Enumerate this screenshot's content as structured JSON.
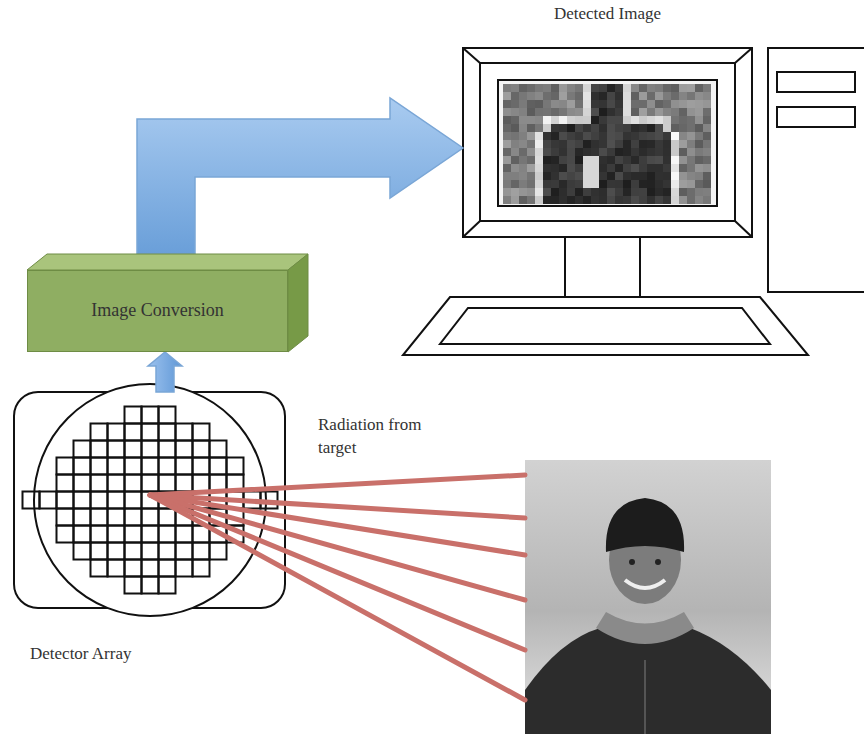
{
  "diagram": {
    "nodes": [
      {
        "text": [
          "Detected Image"
        ]
      },
      {
        "text": [
          "Image Conversion"
        ]
      },
      {
        "text": [
          "Detector Array"
        ]
      }
    ],
    "edges": [
      {
        "from": 2,
        "to": 1,
        "arrow": "to"
      },
      {
        "from": 1,
        "to": 0,
        "arrow": "to"
      }
    ],
    "labels": [
      "Radiation from target"
    ]
  }
}
